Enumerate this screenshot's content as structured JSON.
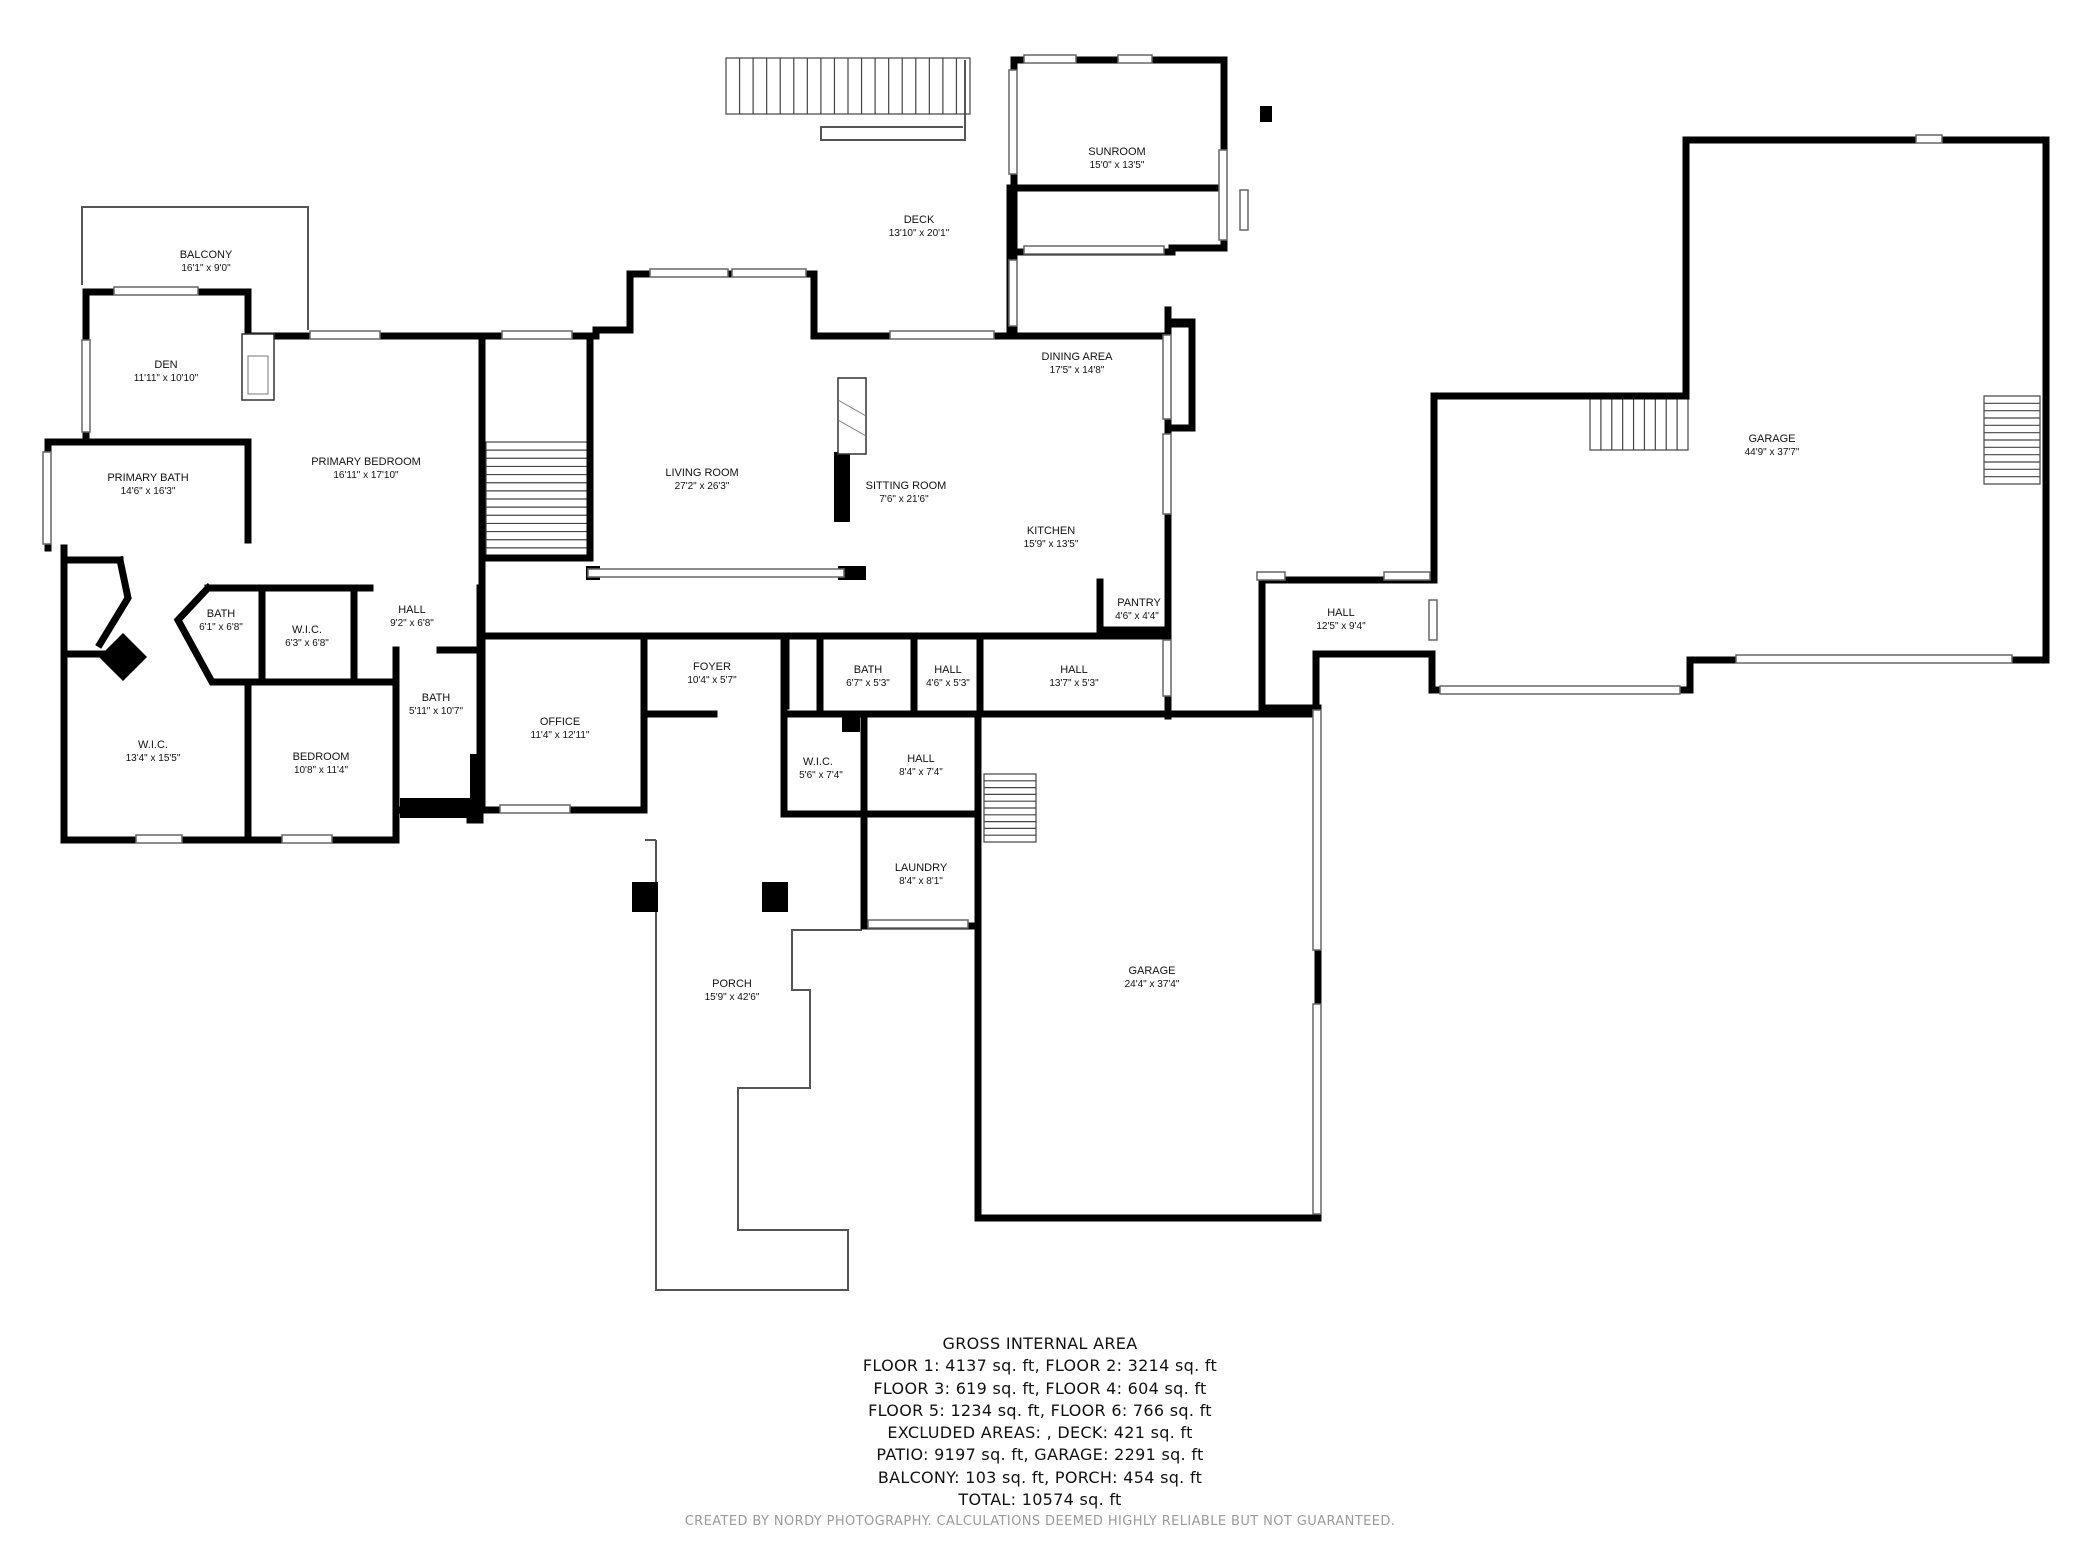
{
  "rooms": {
    "balcony": {
      "name": "BALCONY",
      "dim": "16'1\" x 9'0\""
    },
    "den": {
      "name": "DEN",
      "dim": "11'11\" x 10'10\""
    },
    "primary_bedroom": {
      "name": "PRIMARY BEDROOM",
      "dim": "16'11\" x 17'10\""
    },
    "primary_bath": {
      "name": "PRIMARY BATH",
      "dim": "14'6\" x 16'3\""
    },
    "bath1": {
      "name": "BATH",
      "dim": "6'1\" x 6'8\""
    },
    "wic1": {
      "name": "W.I.C.",
      "dim": "6'3\" x 6'8\""
    },
    "hall1": {
      "name": "HALL",
      "dim": "9'2\" x 6'8\""
    },
    "wic2": {
      "name": "W.I.C.",
      "dim": "13'4\" x 15'5\""
    },
    "bedroom": {
      "name": "BEDROOM",
      "dim": "10'8\" x 11'4\""
    },
    "bath2": {
      "name": "BATH",
      "dim": "5'11\" x 10'7\""
    },
    "office": {
      "name": "OFFICE",
      "dim": "11'4\" x 12'11\""
    },
    "living_room": {
      "name": "LIVING ROOM",
      "dim": "27'2\" x 26'3\""
    },
    "sitting_room": {
      "name": "SITTING ROOM",
      "dim": "7'6\" x 21'6\""
    },
    "deck": {
      "name": "DECK",
      "dim": "13'10\" x 20'1\""
    },
    "sunroom": {
      "name": "SUNROOM",
      "dim": "15'0\" x 13'5\""
    },
    "dining_area": {
      "name": "DINING AREA",
      "dim": "17'5\" x 14'8\""
    },
    "kitchen": {
      "name": "KITCHEN",
      "dim": "15'9\" x 13'5\""
    },
    "pantry": {
      "name": "PANTRY",
      "dim": "4'6\" x 4'4\""
    },
    "foyer": {
      "name": "FOYER",
      "dim": "10'4\" x 5'7\""
    },
    "bath3": {
      "name": "BATH",
      "dim": "6'7\" x 5'3\""
    },
    "hall2": {
      "name": "HALL",
      "dim": "4'6\" x 5'3\""
    },
    "hall3": {
      "name": "HALL",
      "dim": "13'7\" x 5'3\""
    },
    "wic3": {
      "name": "W.I.C.",
      "dim": "5'6\" x 7'4\""
    },
    "hall4": {
      "name": "HALL",
      "dim": "8'4\" x 7'4\""
    },
    "laundry": {
      "name": "LAUNDRY",
      "dim": "8'4\" x 8'1\""
    },
    "porch": {
      "name": "PORCH",
      "dim": "15'9\" x 42'6\""
    },
    "garage1": {
      "name": "GARAGE",
      "dim": "24'4\" x 37'4\""
    },
    "hall5": {
      "name": "HALL",
      "dim": "12'5\" x 9'4\""
    },
    "garage2": {
      "name": "GARAGE",
      "dim": "44'9\" x 37'7\""
    }
  },
  "area_lines": [
    "GROSS INTERNAL AREA",
    "FLOOR 1: 4137 sq. ft, FLOOR 2: 3214 sq. ft",
    "FLOOR 3: 619 sq. ft, FLOOR 4: 604 sq. ft",
    "FLOOR 5: 1234 sq. ft, FLOOR 6: 766 sq. ft",
    "EXCLUDED AREAS: , DECK: 421 sq. ft",
    "PATIO: 9197 sq. ft, GARAGE: 2291 sq. ft",
    "BALCONY: 103 sq. ft, PORCH: 454 sq. ft",
    "TOTAL: 10574 sq. ft"
  ],
  "credit": "CREATED BY NORDY PHOTOGRAPHY. CALCULATIONS DEEMED HIGHLY RELIABLE BUT NOT GUARANTEED."
}
